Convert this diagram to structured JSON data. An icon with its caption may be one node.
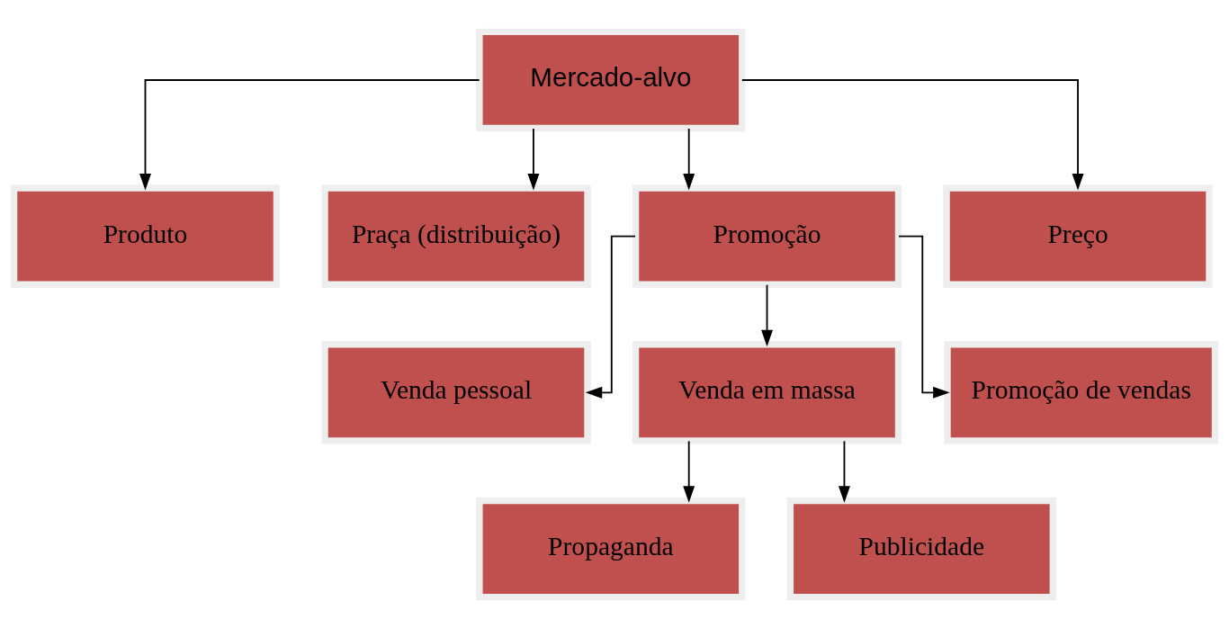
{
  "diagram": {
    "nodes": [
      {
        "text": [
          "Mercado-alvo"
        ]
      },
      {
        "text": [
          "Produto"
        ]
      },
      {
        "text": [
          "Praça (distribuição)"
        ]
      },
      {
        "text": [
          "Promoção"
        ]
      },
      {
        "text": [
          "Preço"
        ]
      },
      {
        "text": [
          "Venda pessoal"
        ]
      },
      {
        "text": [
          "Venda em massa"
        ]
      },
      {
        "text": [
          "Promoção de vendas"
        ]
      },
      {
        "text": [
          "Propaganda"
        ]
      },
      {
        "text": [
          "Publicidade"
        ]
      }
    ],
    "edges": [
      {
        "from": 0,
        "to": 1,
        "arrow": "to"
      },
      {
        "from": 0,
        "to": 2,
        "arrow": "to"
      },
      {
        "from": 0,
        "to": 3,
        "arrow": "to"
      },
      {
        "from": 0,
        "to": 4,
        "arrow": "to"
      },
      {
        "from": 3,
        "to": 5,
        "arrow": "to"
      },
      {
        "from": 3,
        "to": 6,
        "arrow": "to"
      },
      {
        "from": 3,
        "to": 7,
        "arrow": "to"
      },
      {
        "from": 6,
        "to": 8,
        "arrow": "to"
      },
      {
        "from": 6,
        "to": 9,
        "arrow": "to"
      }
    ]
  }
}
